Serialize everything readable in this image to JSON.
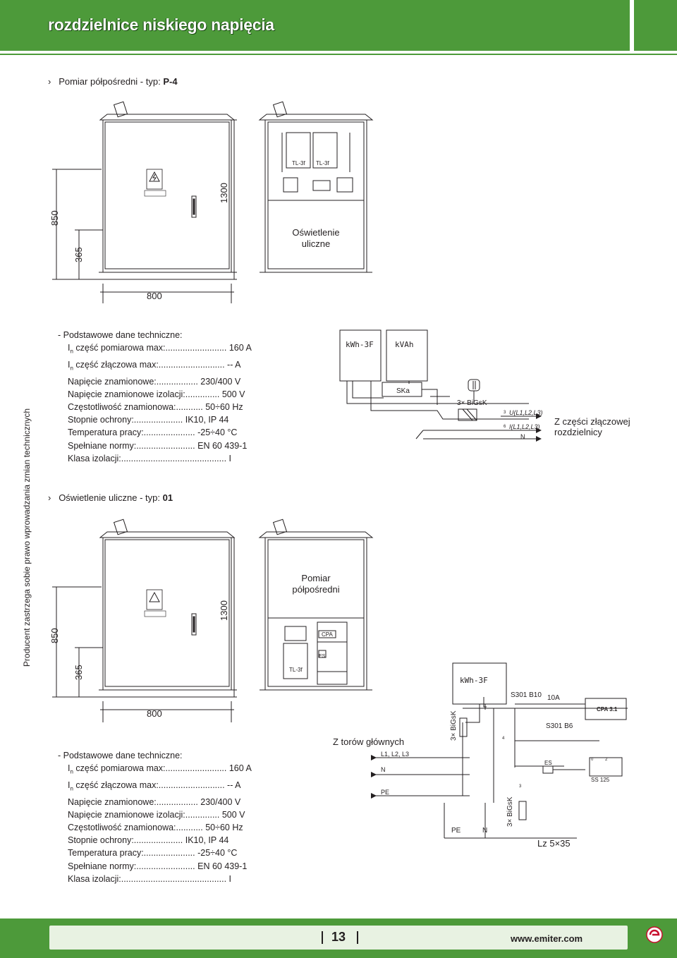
{
  "header": {
    "title": "rozdzielnice niskiego napięcia"
  },
  "sidebar": {
    "text": "Producent zastrzega sobie prawo wprowadzania zmian technicznych"
  },
  "section1": {
    "bullet": "›",
    "label": "Pomiar półpośredni - typ: ",
    "type": "P-4",
    "dims": {
      "h850": "850",
      "h365": "365",
      "h1300": "1300",
      "w800": "800"
    },
    "right_cabinet": {
      "tl1": "TL-3f",
      "tl2": "TL-3f",
      "label1": "Oświetlenie",
      "label2": "uliczne"
    },
    "specs_heading": "- Podstawowe dane techniczne:",
    "specs": [
      {
        "sub": "n",
        "text": " część pomiarowa max:......................... 160 A"
      },
      {
        "sub": "n",
        "text": " część złączowa max:........................... -- A"
      },
      {
        "sub": "",
        "text": "Napięcie znamionowe:................. 230/400 V"
      },
      {
        "sub": "",
        "text": "Napięcie znamionowe izolacji:.............. 500 V"
      },
      {
        "sub": "",
        "text": "Częstotliwość znamionowa:........... 50÷60 Hz"
      },
      {
        "sub": "",
        "text": "Stopnie ochrony:.................... IK10, IP 44"
      },
      {
        "sub": "",
        "text": "Temperatura pracy:..................... -25÷40 °C"
      },
      {
        "sub": "",
        "text": "Spełniane normy:........................ EN 60 439-1"
      },
      {
        "sub": "",
        "text": "Klasa izolacji:........................................... I"
      }
    ],
    "schematic": {
      "kwh": "kWh-3F",
      "kvah": "kVAh",
      "ska": "SKa",
      "fuses": "3× BiGsK",
      "u_label": "U(L1,L2,L3)",
      "i_label": "I(L1,L2,L3)",
      "n_label": "N",
      "num3": "3",
      "num6": "6",
      "note1": "Z części złączowej",
      "note2": "rozdzielnicy"
    }
  },
  "section2": {
    "bullet": "›",
    "label": "Oświetlenie uliczne - typ: ",
    "type": "01",
    "dims": {
      "h850": "850",
      "h365": "365",
      "h1300": "1300",
      "w800": "800"
    },
    "right_cabinet": {
      "label1": "Pomiar",
      "label2": "półpośredni",
      "tl": "TL-3f",
      "cpa": "CPA",
      "es": "ES"
    },
    "specs_heading": "- Podstawowe dane techniczne:",
    "specs": [
      {
        "sub": "n",
        "text": " część pomiarowa max:......................... 160 A"
      },
      {
        "sub": "n",
        "text": " część złączowa max:........................... -- A"
      },
      {
        "sub": "",
        "text": "Napięcie znamionowe:................. 230/400 V"
      },
      {
        "sub": "",
        "text": "Napięcie znamionowe izolacji:.............. 500 V"
      },
      {
        "sub": "",
        "text": "Częstotliwość znamionowa:........... 50÷60 Hz"
      },
      {
        "sub": "",
        "text": "Stopnie ochrony:.................... IK10, IP 44"
      },
      {
        "sub": "",
        "text": "Temperatura pracy:..................... -25÷40 °C"
      },
      {
        "sub": "",
        "text": "Spełniane normy:........................ EN 60 439-1"
      },
      {
        "sub": "",
        "text": "Klasa izolacji:........................................... I"
      }
    ],
    "schematic": {
      "kwh": "kWh-3F",
      "s301b10": "S301 B10",
      "a10": "10A",
      "cpa31": "CPA 3.1",
      "s301b6": "S301 B6",
      "es": "ES",
      "ss125": "SS 125",
      "z_torow": "Z torów głównych",
      "lines": "L1, L2, L3",
      "n": "N",
      "pe": "PE",
      "fuses_top": "3× BiGsK",
      "fuses_bottom": "3× BiGsK",
      "pe2": "PE",
      "n2": "N",
      "lz": "Lz 5×35",
      "num4": "4",
      "num3": "3",
      "num0": "0",
      "num2": "2"
    }
  },
  "footer": {
    "page": "13",
    "url": "www.emiter.com"
  },
  "colors": {
    "brand_green": "#4d9a3a",
    "text": "#231f20"
  }
}
